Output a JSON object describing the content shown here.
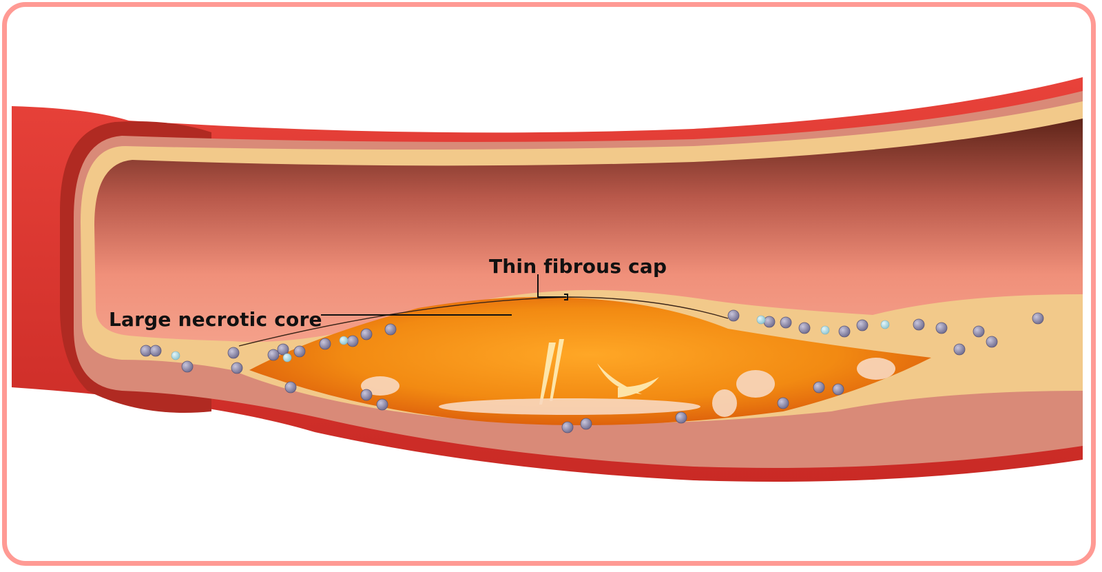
{
  "diagram": {
    "subject": "artery cross-section with vulnerable atherosclerotic plaque",
    "labels": [
      {
        "id": "cap",
        "text": "Thin fibrous cap"
      },
      {
        "id": "core",
        "text": "Large necrotic core"
      }
    ],
    "colors": {
      "frame_border": "#ff9a94",
      "outer_wall": "#e0332e",
      "media": "#d98a78",
      "intima": "#f2c98a",
      "lumen_dark": "#6e2a1e",
      "lumen_light": "#f08a72",
      "necrotic_core": "#f28a12",
      "cell_purple": "#8f8aa8",
      "cell_blue": "#a9d8e0",
      "label_text": "#111111"
    }
  }
}
